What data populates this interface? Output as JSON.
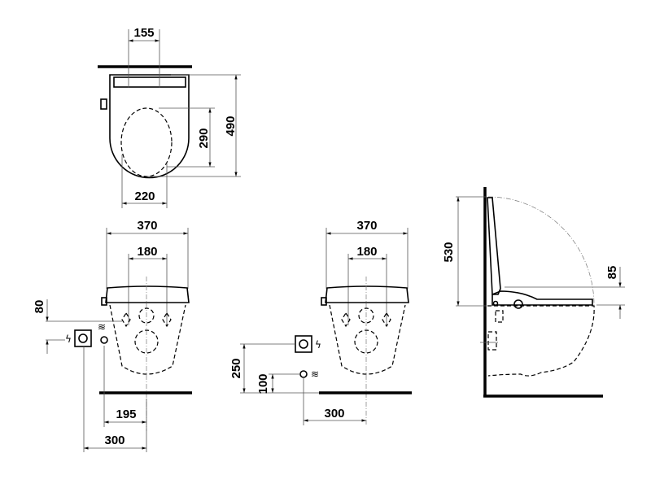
{
  "title": "Shower toilet seat dimension drawing",
  "dimensions": {
    "top_width_connector": "155",
    "top_depth": "490",
    "top_opening_length": "290",
    "top_opening_width": "220",
    "front_left_width": "370",
    "front_left_fixing": "180",
    "front_left_height_80": "80",
    "front_left_195": "195",
    "front_left_300": "300",
    "front_mid_width": "370",
    "front_mid_fixing": "180",
    "front_mid_250": "250",
    "front_mid_100": "100",
    "front_mid_300": "300",
    "side_height_open": "530",
    "side_seat_height": "85"
  },
  "symbols": {
    "power": "ϟ",
    "water": "≋"
  },
  "icons": [
    "power-socket-icon",
    "water-connection-icon",
    "electric-bolt-icon",
    "water-waves-icon"
  ]
}
